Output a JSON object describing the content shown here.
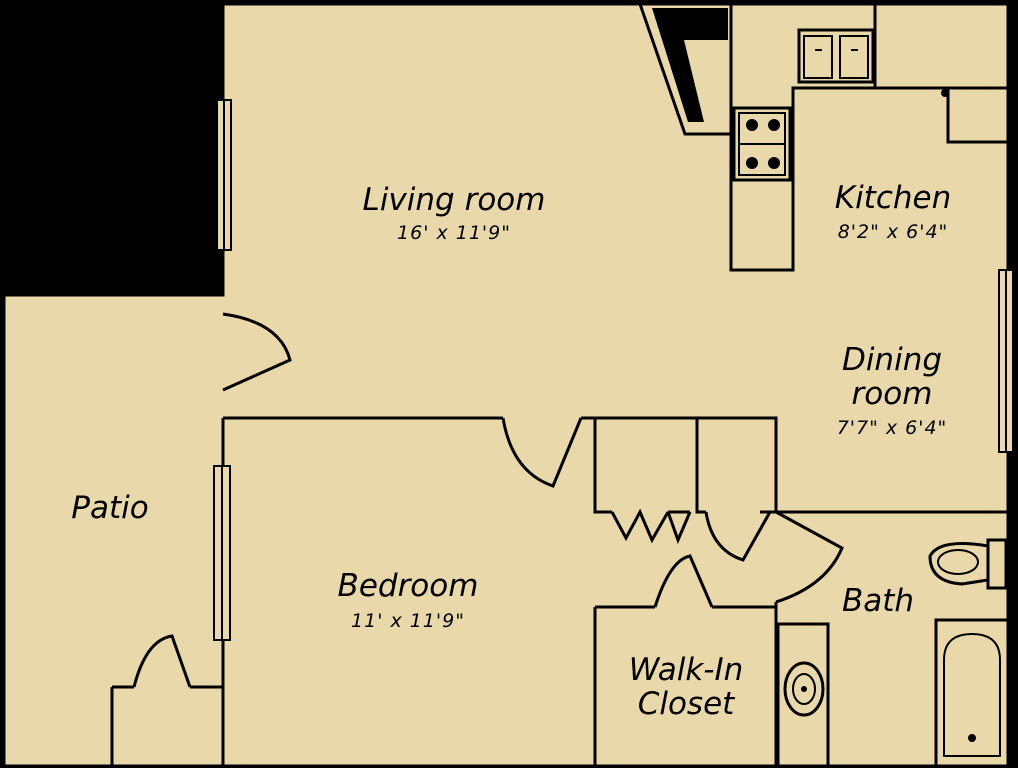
{
  "colors": {
    "floor": "#E8D8AA",
    "background": "#000000",
    "line": "#000000"
  },
  "rooms": {
    "living_room": {
      "name": "Living room",
      "dims": "16' x 11'9\""
    },
    "kitchen": {
      "name": "Kitchen",
      "dims": "8'2\" x 6'4\""
    },
    "dining_room": {
      "name_line1": "Dining",
      "name_line2": "room",
      "dims": "7'7\" x 6'4\""
    },
    "bedroom": {
      "name": "Bedroom",
      "dims": "11' x 11'9\""
    },
    "patio": {
      "name": "Patio"
    },
    "bath": {
      "name": "Bath"
    },
    "closet": {
      "name_line1": "Walk-In",
      "name_line2": "Closet"
    }
  },
  "fixtures": [
    "window-icon",
    "door-icon",
    "stove-icon",
    "sink-icon",
    "toilet-icon",
    "bathtub-icon",
    "fireplace-icon"
  ]
}
